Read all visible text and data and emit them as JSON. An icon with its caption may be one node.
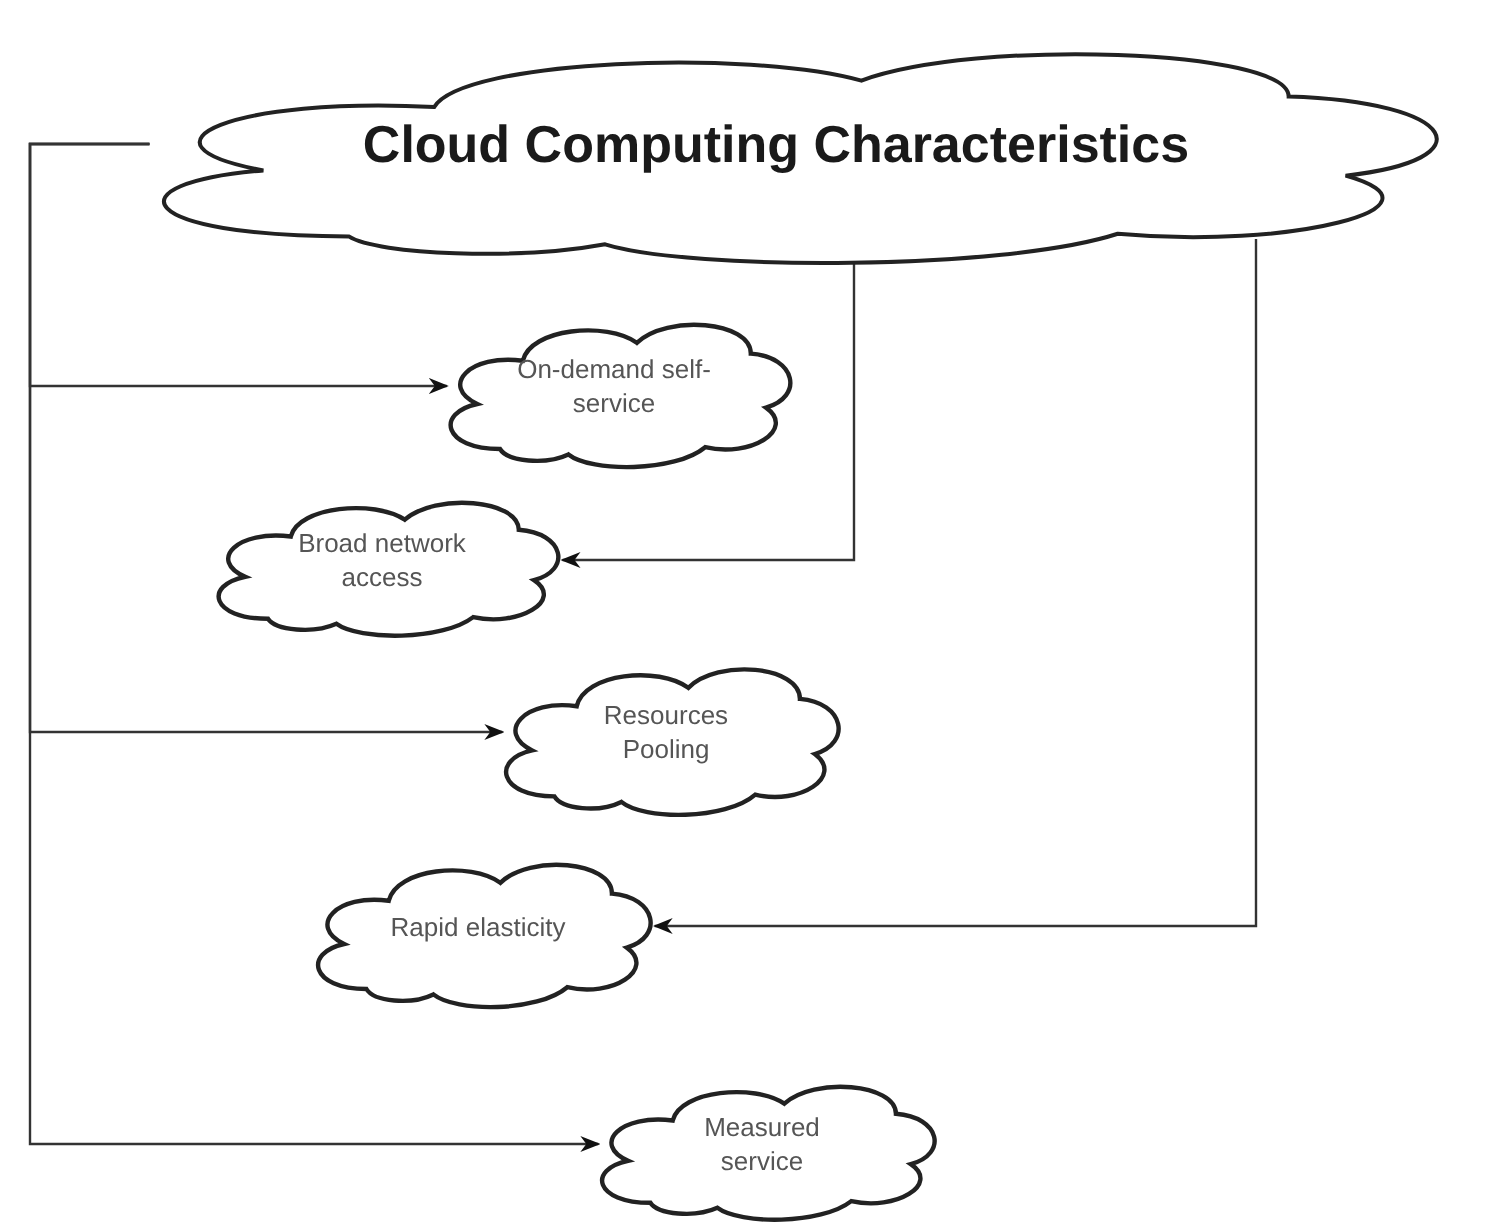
{
  "diagram": {
    "nodes": [
      {
        "text": [
          "Cloud Computing Characteristics"
        ]
      },
      {
        "text": [
          "On-demand self-service"
        ]
      },
      {
        "text": [
          "Broad network access"
        ]
      },
      {
        "text": [
          "Resources Pooling"
        ]
      },
      {
        "text": [
          "Rapid elasticity"
        ]
      },
      {
        "text": [
          "Measured service"
        ]
      }
    ],
    "edges": [
      {
        "from": 0,
        "to": 1,
        "arrow": "to"
      },
      {
        "from": 0,
        "to": 2,
        "arrow": "to"
      },
      {
        "from": 0,
        "to": 3,
        "arrow": "to"
      },
      {
        "from": 0,
        "to": 4,
        "arrow": "to"
      },
      {
        "from": 0,
        "to": 5,
        "arrow": "to"
      }
    ]
  }
}
